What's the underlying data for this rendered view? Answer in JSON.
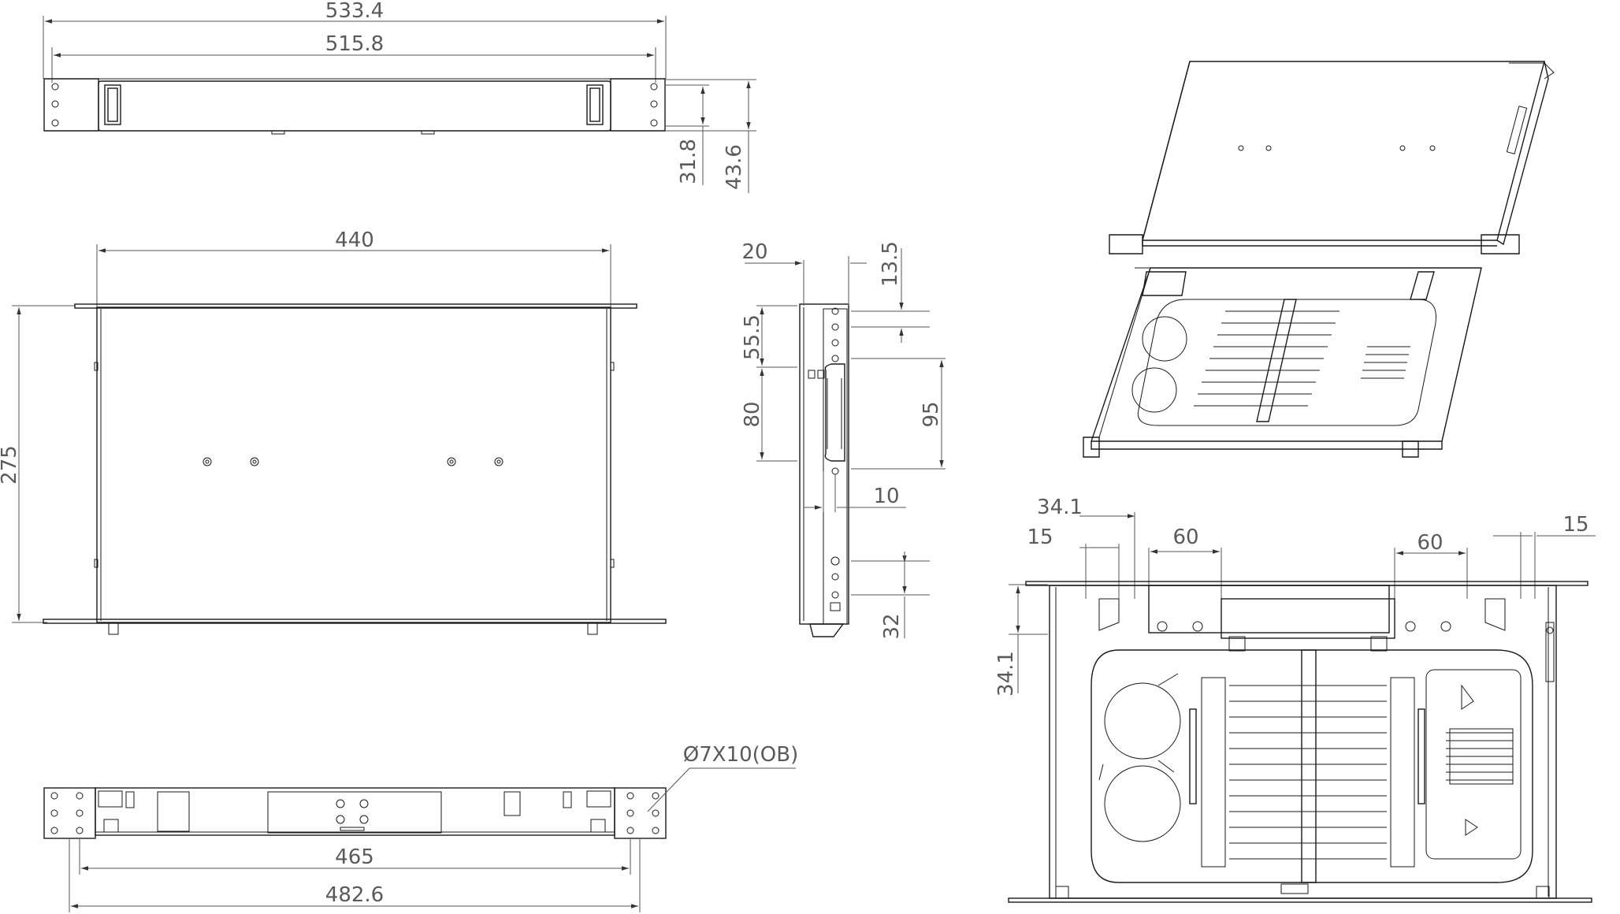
{
  "dimensions": {
    "front_view": {
      "overall_width": "533.4",
      "inner_width": "515.8",
      "height_inner": "31.8",
      "height_overall": "43.6"
    },
    "top_view": {
      "width": "440",
      "depth": "275"
    },
    "side_view": {
      "d20": "20",
      "d13_5": "13.5",
      "d55_5": "55.5",
      "d80": "80",
      "d95": "95",
      "d10": "10",
      "d32": "32"
    },
    "rear_view": {
      "hole_callout": "Ø7X10(OB)",
      "hole_spacing": "465",
      "rack_width": "482.6"
    },
    "plan_view": {
      "d34_1_top": "34.1",
      "d15_left": "15",
      "d60_left": "60",
      "d60_right": "60",
      "d15_right": "15",
      "d34_1_side": "34.1"
    }
  },
  "colors": {
    "line": "#1a1a1a",
    "dimension": "#5a5a5a",
    "background": "#ffffff"
  },
  "icons": [
    "fiber-adapter-icon",
    "splice-tray-icon",
    "mounting-hole-icon"
  ]
}
